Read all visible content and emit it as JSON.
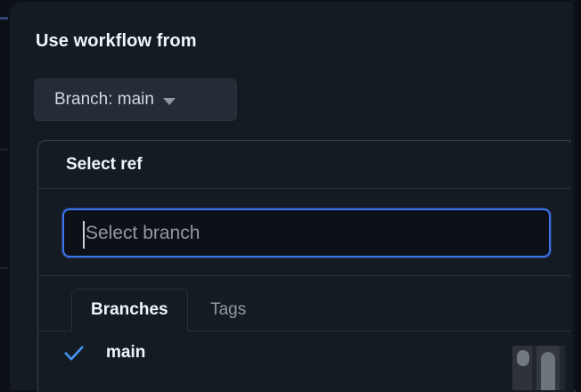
{
  "theme": {
    "background": "#151b23",
    "page_background": "#0d1117",
    "border": "#3d444d",
    "accent_blue": "#3b73e8",
    "check_blue": "#4493f8",
    "text_primary": "#f0f6fc",
    "text_muted": "#9198a1",
    "button_background": "#262c36"
  },
  "section": {
    "heading": "Use workflow from"
  },
  "branch_button": {
    "label": "Branch: main",
    "caret_icon": "chevron-down-icon"
  },
  "ref_panel": {
    "title": "Select ref",
    "search": {
      "value": "",
      "placeholder": "Select branch",
      "focused": true,
      "cursor_visible": true
    },
    "tabs": [
      {
        "label": "Branches",
        "active": true
      },
      {
        "label": "Tags",
        "active": false
      }
    ],
    "items": [
      {
        "label": "main",
        "selected": true,
        "check_icon": "check-icon"
      }
    ]
  },
  "scrollbars": {
    "list_scrollbar": "vertical",
    "page_scrollbar": "vertical"
  }
}
